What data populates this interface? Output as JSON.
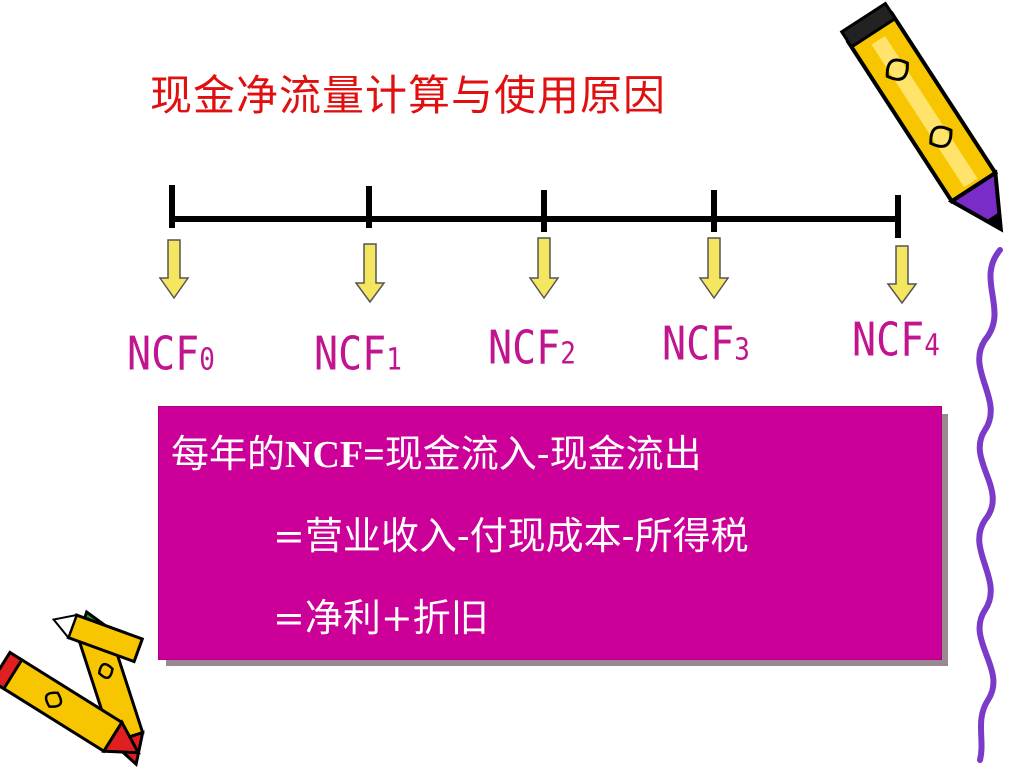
{
  "title": "现金净流量计算与使用原因",
  "timeline": {
    "labels": [
      {
        "text": "NCF",
        "sub": "0"
      },
      {
        "text": "NCF",
        "sub": "1"
      },
      {
        "text": "NCF",
        "sub": "2"
      },
      {
        "text": "NCF",
        "sub": "3"
      },
      {
        "text": "NCF",
        "sub": "4"
      }
    ],
    "arrow_color": "#f5e660",
    "label_color": "#c0158e"
  },
  "formula": {
    "line1_prefix": "每年的",
    "line1_bold": "NCF=",
    "line1_rest": "现金流入-现金流出",
    "line2": "=营业收入-付现成本-所得税",
    "line3": "=净利+折旧",
    "box_color": "#cc0099"
  },
  "decorations": {
    "top_right": "pencil-icon",
    "bottom_left": "crossed-pencils-icon",
    "right_edge": "wavy-line"
  }
}
